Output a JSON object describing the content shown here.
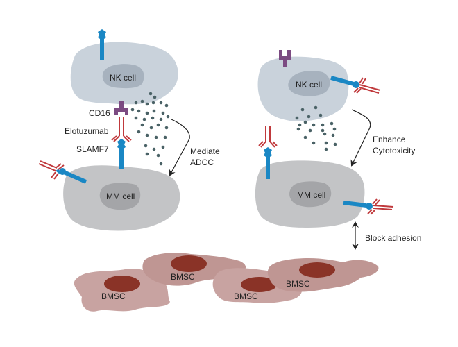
{
  "diagram": {
    "title": "Elotuzumab mechanism of action",
    "colors": {
      "nk_cytoplasm": "#c9d2db",
      "nk_nucleus": "#a7b2be",
      "mm_cytoplasm": "#c3c4c6",
      "mm_nucleus": "#a4a5a8",
      "bmsc_cytoplasm": "#c8a3a1",
      "bmsc_cytoplasm_alt": "#bf9693",
      "bmsc_nucleus": "#8a3327",
      "slamf7": "#1a87c4",
      "cd16": "#7c4b82",
      "antibody": "#c0393c",
      "granules": "#4a6266",
      "arrow": "#222222"
    },
    "left_panel": {
      "nk_label": "NK cell",
      "mm_label": "MM cell",
      "cd16_label": "CD16",
      "elotuzumab_label": "Elotuzumab",
      "slamf7_label": "SLAMF7",
      "arrow_label_line1": "Mediate",
      "arrow_label_line2": "ADCC"
    },
    "right_panel": {
      "nk_label": "NK cell",
      "mm_label": "MM cell",
      "arrow_label_line1": "Enhance",
      "arrow_label_line2": "Cytotoxicity",
      "adhesion_label": "Block adhesion"
    },
    "bmsc": {
      "labels": [
        "BMSC",
        "BMSC",
        "BMSC",
        "BMSC"
      ]
    }
  }
}
